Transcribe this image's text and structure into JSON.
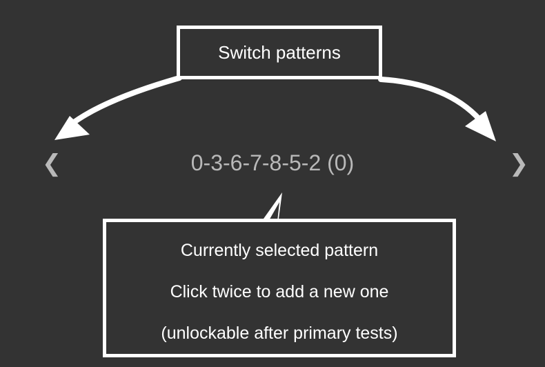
{
  "colors": {
    "background": "#333333",
    "annotation": "#ffffff",
    "muted_text": "#b9b9b9"
  },
  "callouts": {
    "switch_patterns": "Switch patterns",
    "selected_pattern_lines": [
      "Currently selected pattern",
      "Click twice to add a new one",
      "(unlockable after primary tests)"
    ]
  },
  "pattern_navigator": {
    "previous_symbol": "❮",
    "selected_pattern": "0-3-6-7-8-5-2 (0)",
    "next_symbol": "❯"
  },
  "icons": {
    "left_annotation_arrow": "curved-arrow-left-icon",
    "right_annotation_arrow": "curved-arrow-right-icon",
    "previous": "chevron-left-icon",
    "next": "chevron-right-icon"
  }
}
